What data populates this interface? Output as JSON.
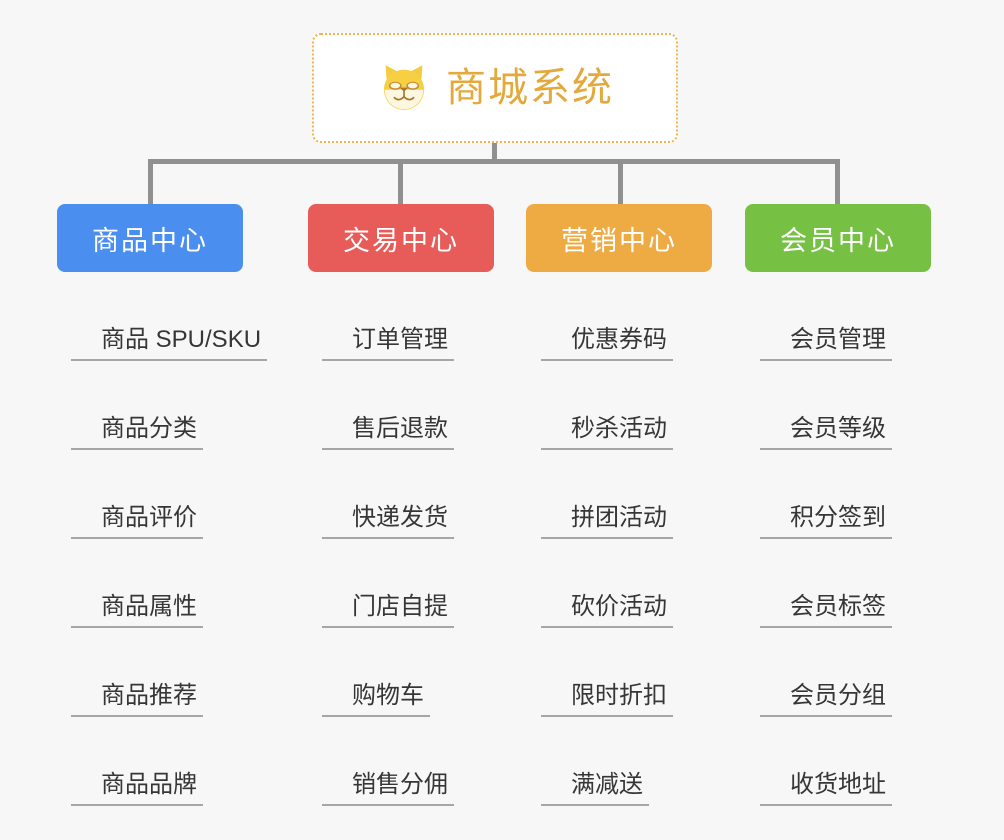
{
  "background_color": "#f7f7f7",
  "root": {
    "icon": "shiba-dog-face-icon",
    "title": "商城系统",
    "title_color": "#e3a93c",
    "border_color": "#f0b44a"
  },
  "connector_color": "#909090",
  "columns": [
    {
      "key": "product",
      "header": "商品中心",
      "color": "#4a8ef0",
      "items": [
        "商品 SPU/SKU",
        "商品分类",
        "商品评价",
        "商品属性",
        "商品推荐",
        "商品品牌"
      ]
    },
    {
      "key": "trade",
      "header": "交易中心",
      "color": "#e75c58",
      "items": [
        "订单管理",
        "售后退款",
        "快递发货",
        "门店自提",
        "购物车",
        "销售分佣"
      ]
    },
    {
      "key": "marketing",
      "header": "营销中心",
      "color": "#eeab43",
      "items": [
        "优惠券码",
        "秒杀活动",
        "拼团活动",
        "砍价活动",
        "限时折扣",
        "满减送"
      ]
    },
    {
      "key": "member",
      "header": "会员中心",
      "color": "#76c044",
      "items": [
        "会员管理",
        "会员等级",
        "积分签到",
        "会员标签",
        "会员分组",
        "收货地址"
      ]
    }
  ]
}
